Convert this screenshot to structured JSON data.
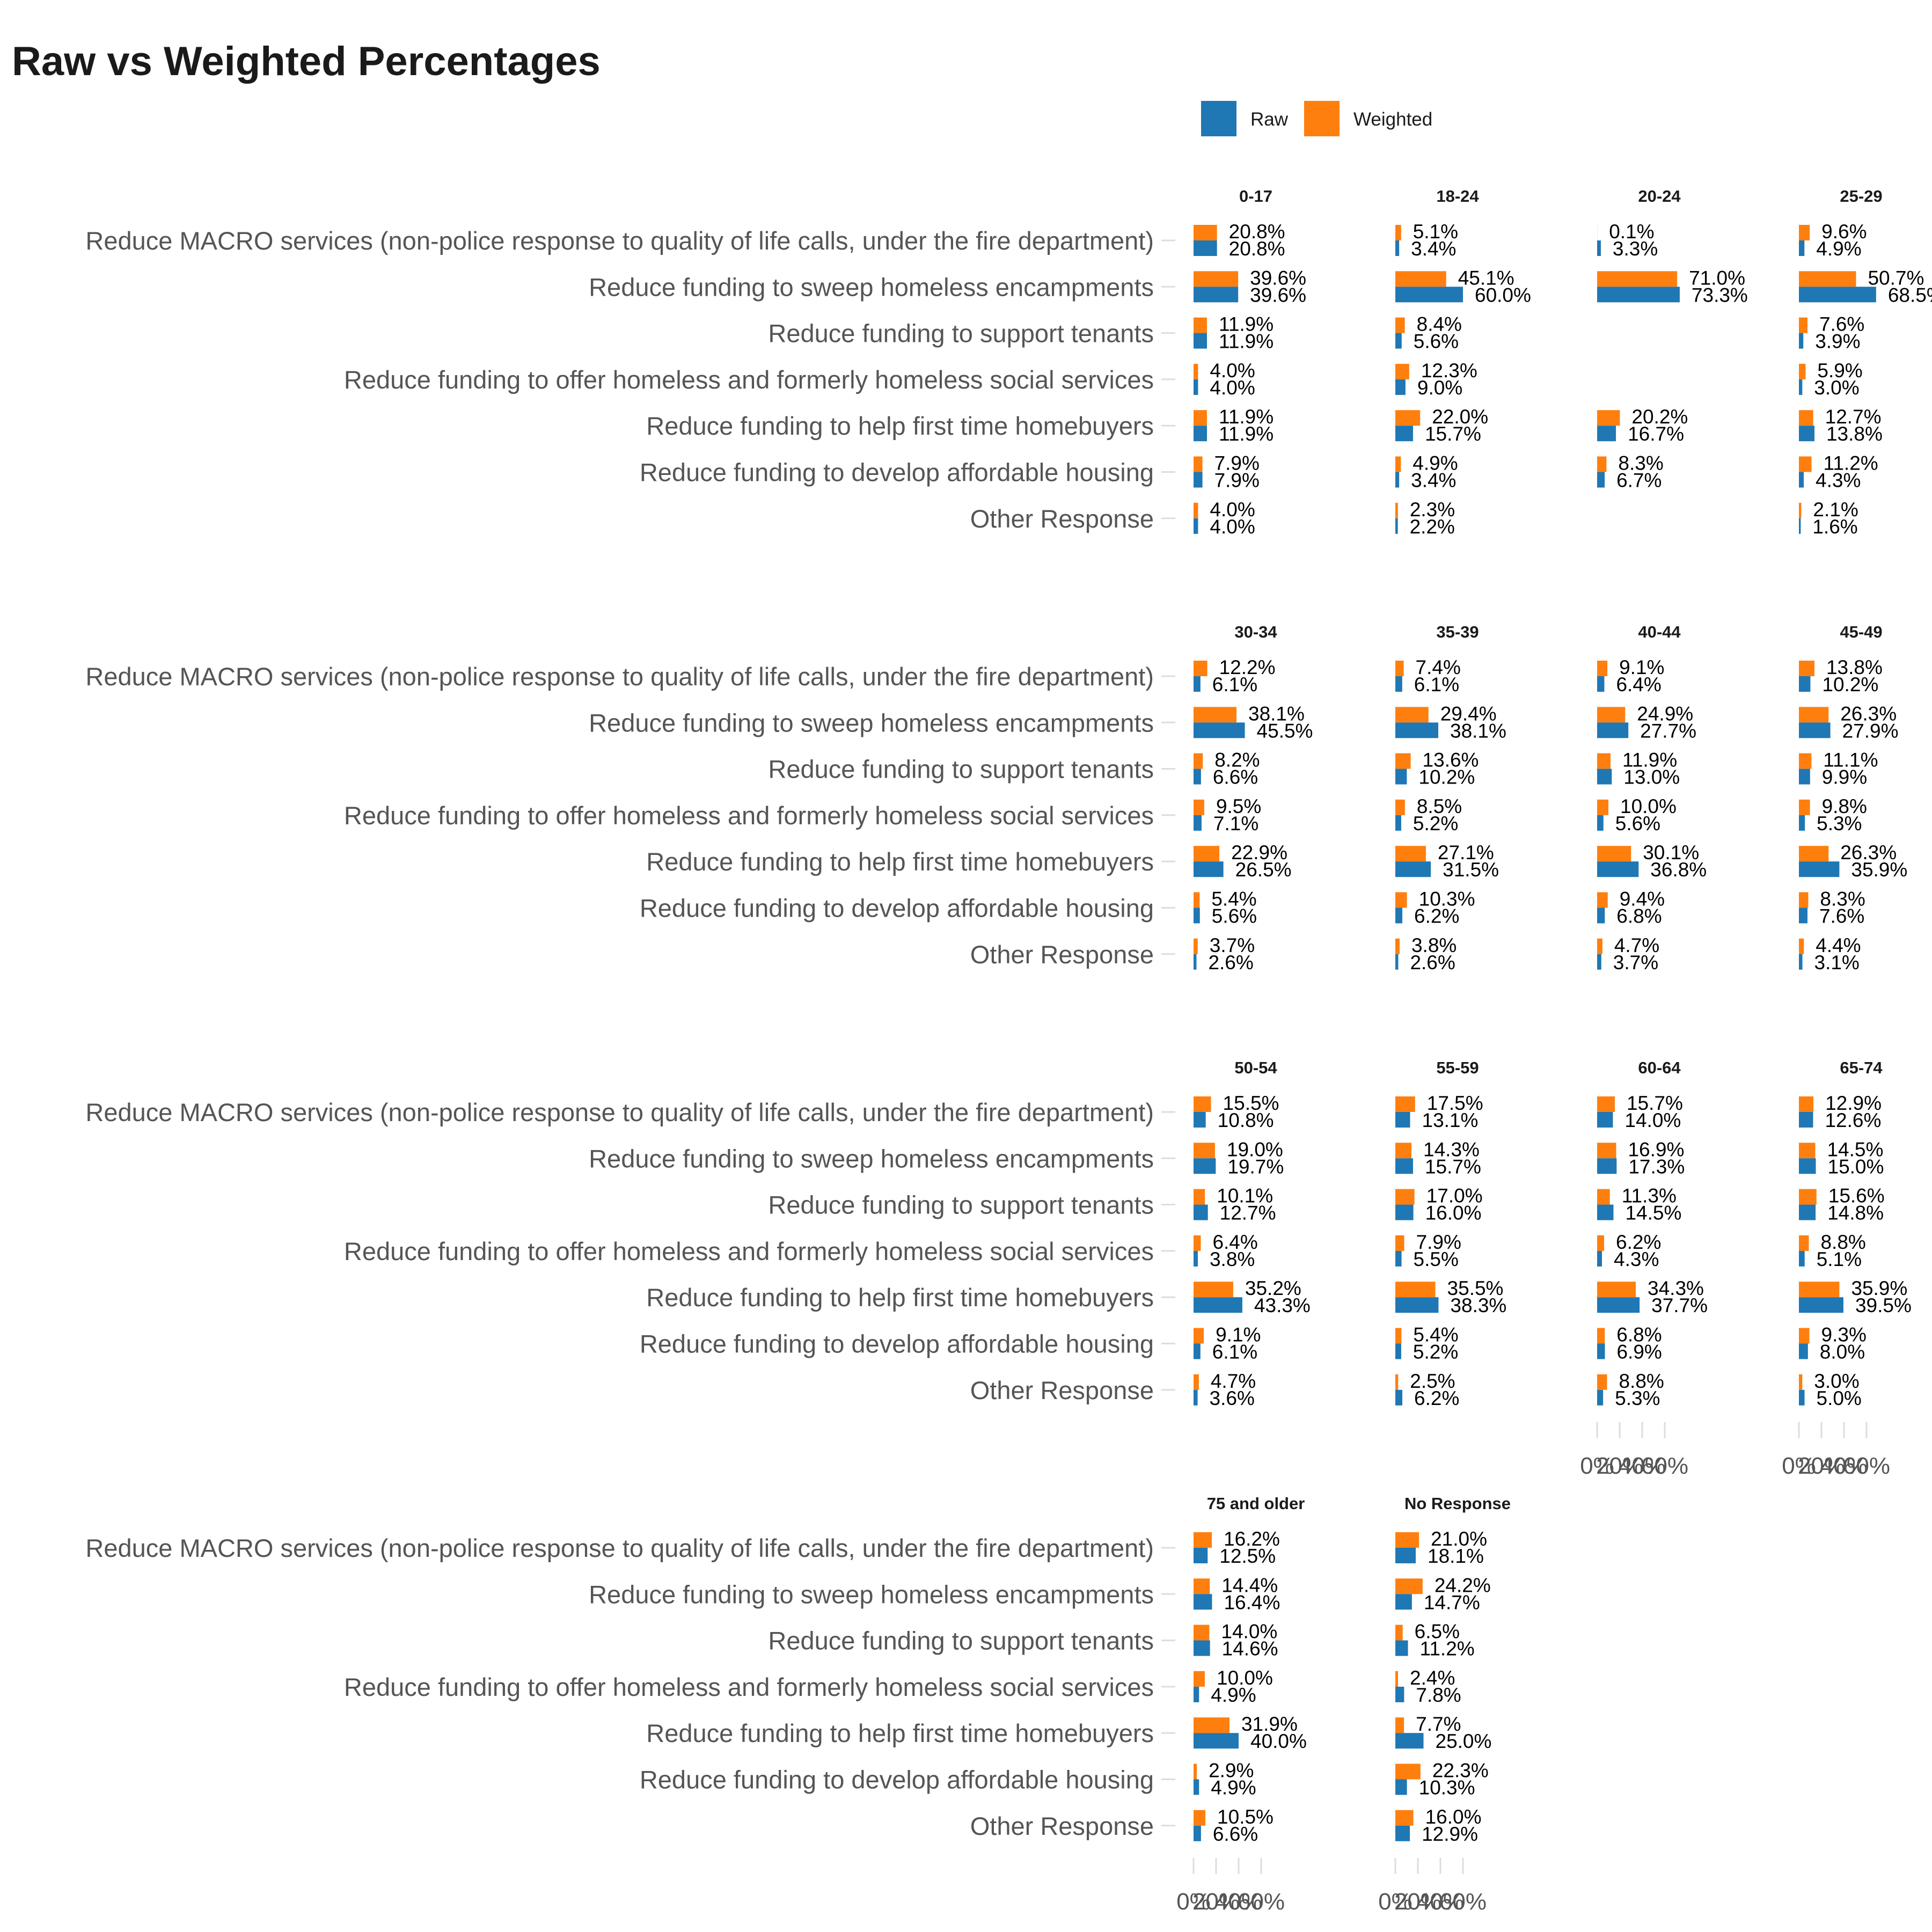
{
  "chart_data": {
    "type": "bar",
    "orientation": "horizontal",
    "title": "Raw vs Weighted Percentages",
    "xlabel": "",
    "ylabel": "",
    "xlim": [
      0,
      60
    ],
    "x_ticks": [
      "0%",
      "20%",
      "40%",
      "60%"
    ],
    "grid": false,
    "legend_position": "top",
    "colors": {
      "Raw": "#1f77b4",
      "Weighted": "#ff7f0e"
    },
    "series_names": [
      "Raw",
      "Weighted"
    ],
    "categories": [
      "Reduce MACRO services (non-police response to quality of life calls, under the fire department)",
      "Reduce funding to sweep homeless encampments",
      "Reduce funding to support tenants",
      "Reduce funding to offer homeless and formerly homeless social services",
      "Reduce funding to help first time homebuyers",
      "Reduce funding to develop affordable housing",
      "Other Response"
    ],
    "facets": [
      {
        "name": "0-17",
        "raw": [
          20.8,
          39.6,
          11.9,
          4.0,
          11.9,
          7.9,
          4.0
        ],
        "weighted": [
          20.8,
          39.6,
          11.9,
          4.0,
          11.9,
          7.9,
          4.0
        ]
      },
      {
        "name": "18-24",
        "raw": [
          3.4,
          60.0,
          5.6,
          9.0,
          15.7,
          3.4,
          2.2
        ],
        "weighted": [
          5.1,
          45.1,
          8.4,
          12.3,
          22.0,
          4.9,
          2.3
        ]
      },
      {
        "name": "20-24",
        "raw": [
          3.3,
          73.3,
          null,
          null,
          16.7,
          6.7,
          null
        ],
        "weighted": [
          0.1,
          71.0,
          null,
          null,
          20.2,
          8.3,
          null
        ]
      },
      {
        "name": "25-29",
        "raw": [
          4.9,
          68.5,
          3.9,
          3.0,
          13.8,
          4.3,
          1.6
        ],
        "weighted": [
          9.6,
          50.7,
          7.6,
          5.9,
          12.7,
          11.2,
          2.1
        ]
      },
      {
        "name": "30-34",
        "raw": [
          6.1,
          45.5,
          6.6,
          7.1,
          26.5,
          5.6,
          2.6
        ],
        "weighted": [
          12.2,
          38.1,
          8.2,
          9.5,
          22.9,
          5.4,
          3.7
        ]
      },
      {
        "name": "35-39",
        "raw": [
          6.1,
          38.1,
          10.2,
          5.2,
          31.5,
          6.2,
          2.6
        ],
        "weighted": [
          7.4,
          29.4,
          13.6,
          8.5,
          27.1,
          10.3,
          3.8
        ]
      },
      {
        "name": "40-44",
        "raw": [
          6.4,
          27.7,
          13.0,
          5.6,
          36.8,
          6.8,
          3.7
        ],
        "weighted": [
          9.1,
          24.9,
          11.9,
          10.0,
          30.1,
          9.4,
          4.7
        ]
      },
      {
        "name": "45-49",
        "raw": [
          10.2,
          27.9,
          9.9,
          5.3,
          35.9,
          7.6,
          3.1
        ],
        "weighted": [
          13.8,
          26.3,
          11.1,
          9.8,
          26.3,
          8.3,
          4.4
        ]
      },
      {
        "name": "50-54",
        "raw": [
          10.8,
          19.7,
          12.7,
          3.8,
          43.3,
          6.1,
          3.6
        ],
        "weighted": [
          15.5,
          19.0,
          10.1,
          6.4,
          35.2,
          9.1,
          4.7
        ]
      },
      {
        "name": "55-59",
        "raw": [
          13.1,
          15.7,
          16.0,
          5.5,
          38.3,
          5.2,
          6.2
        ],
        "weighted": [
          17.5,
          14.3,
          17.0,
          7.9,
          35.5,
          5.4,
          2.5
        ]
      },
      {
        "name": "60-64",
        "raw": [
          14.0,
          17.3,
          14.5,
          4.3,
          37.7,
          6.9,
          5.3
        ],
        "weighted": [
          15.7,
          16.9,
          11.3,
          6.2,
          34.3,
          6.8,
          8.8
        ]
      },
      {
        "name": "65-74",
        "raw": [
          12.6,
          15.0,
          14.8,
          5.1,
          39.5,
          8.0,
          5.0
        ],
        "weighted": [
          12.9,
          14.5,
          15.6,
          8.8,
          35.9,
          9.3,
          3.0
        ]
      },
      {
        "name": "75 and older",
        "raw": [
          12.5,
          16.4,
          14.6,
          4.9,
          40.0,
          4.9,
          6.6
        ],
        "weighted": [
          16.2,
          14.4,
          14.0,
          10.0,
          31.9,
          2.9,
          10.5
        ]
      },
      {
        "name": "No Response",
        "raw": [
          18.1,
          14.7,
          11.2,
          7.8,
          25.0,
          10.3,
          12.9
        ],
        "weighted": [
          21.0,
          24.2,
          6.5,
          2.4,
          7.7,
          22.3,
          16.0
        ]
      }
    ],
    "axis_shown_on_facets": [
      "60-64",
      "65-74",
      "75 and older",
      "No Response"
    ]
  }
}
